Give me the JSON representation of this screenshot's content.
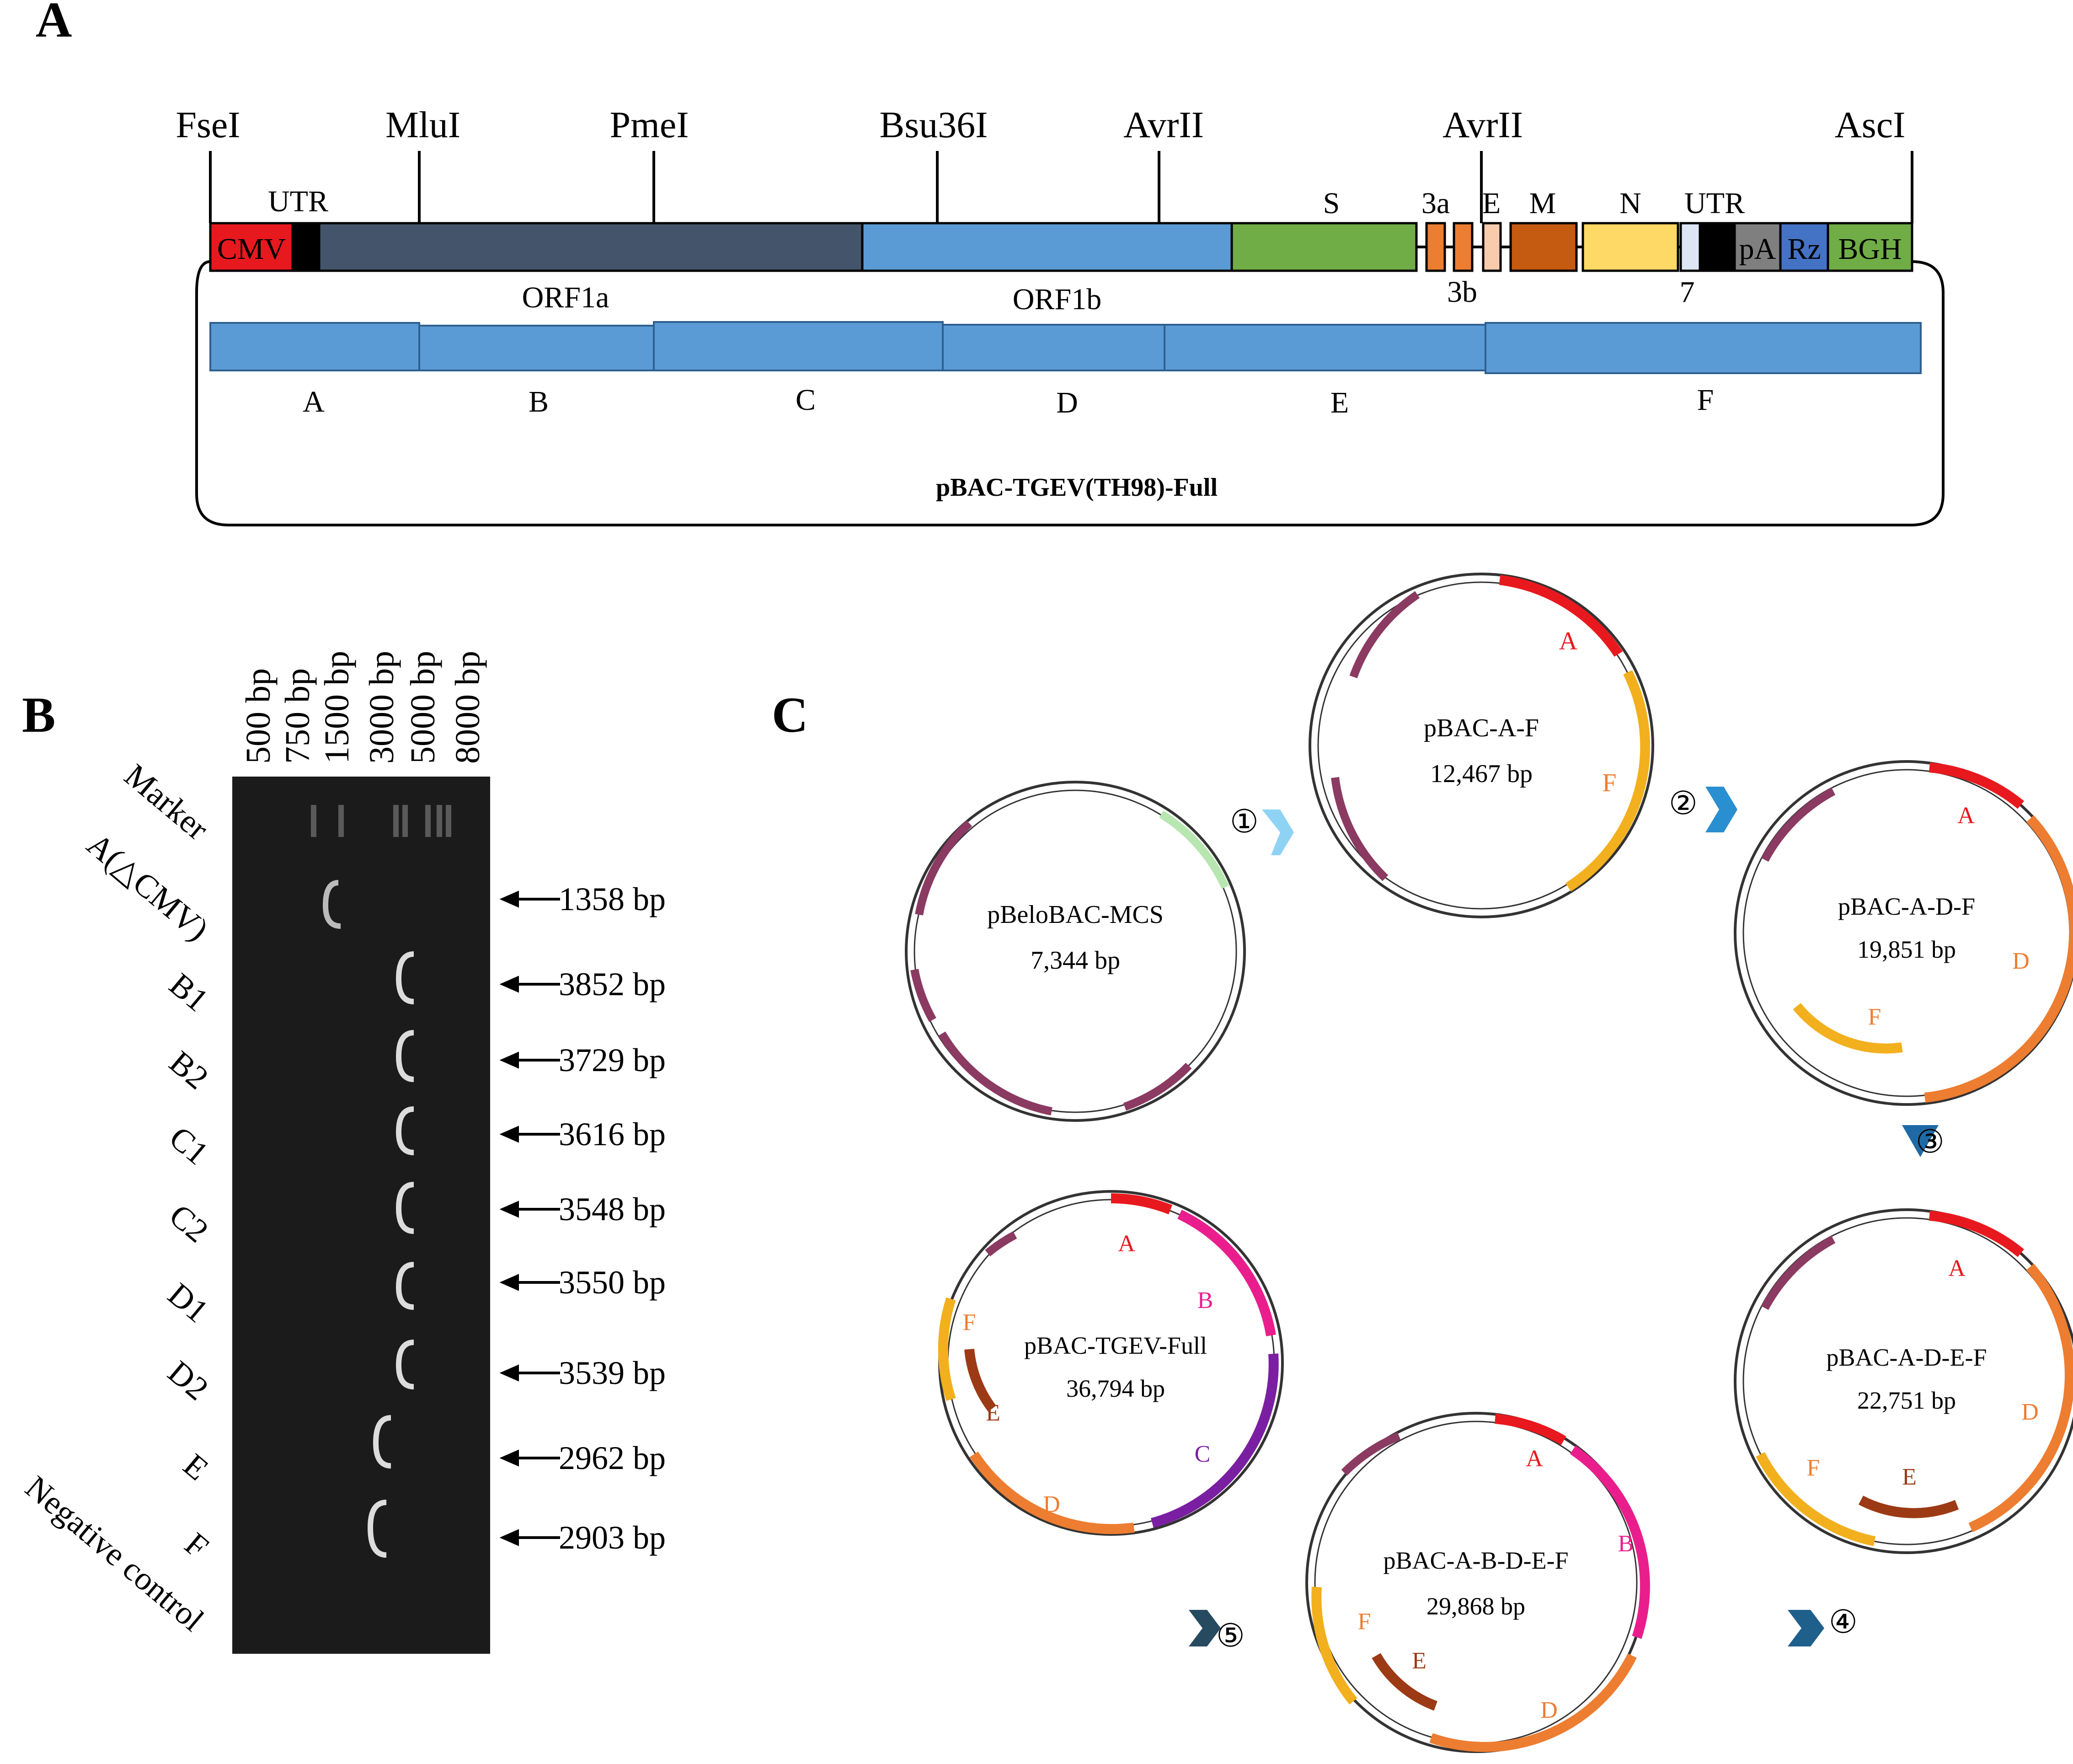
{
  "panelA": {
    "letter": "A",
    "restriction_sites": [
      "FseI",
      "MluI",
      "PmeI",
      "Bsu36I",
      "AvrII",
      "AvrII",
      "AscI"
    ],
    "genome": {
      "cmv": "CMV",
      "utr5": "UTR",
      "s": "S",
      "g3a": "3a",
      "e": "E",
      "m": "M",
      "n": "N",
      "utr3": "UTR",
      "pA": "pA",
      "rz": "Rz",
      "bgh": "BGH",
      "g3b": "3b",
      "g7": "7",
      "orf1a": "ORF1a",
      "orf1b": "ORF1b"
    },
    "fragments": [
      "A",
      "B",
      "C",
      "D",
      "E",
      "F"
    ],
    "construct_title": "pBAC-TGEV(TH98)-Full",
    "colors": {
      "cmv": "#e8191e",
      "orf1a": "#44546a",
      "orf1b": "#5b9bd5",
      "s": "#70ad47",
      "acc3": "#ed7d31",
      "e": "#f8cbad",
      "m": "#c55a11",
      "n": "#ffd966",
      "pA": "#7f7f7f",
      "rz": "#4472c4",
      "bgh": "#70ad47",
      "frag": "#5b9bd5"
    }
  },
  "panelB": {
    "letter": "B",
    "marker_sizes": [
      "500 bp",
      "750 bp",
      "1500 bp",
      "3000 bp",
      "5000 bp",
      "8000 bp"
    ],
    "lanes": [
      "Marker",
      "A(△CMV)",
      "B1",
      "B2",
      "C1",
      "C2",
      "D1",
      "D2",
      "E",
      "F",
      "Negative control"
    ],
    "band_sizes": [
      "1358 bp",
      "3852 bp",
      "3729 bp",
      "3616 bp",
      "3548 bp",
      "3550 bp",
      "3539 bp",
      "2962 bp",
      "2903 bp"
    ]
  },
  "panelC": {
    "letter": "C",
    "steps": [
      "①",
      "②",
      "③",
      "④",
      "⑤"
    ],
    "plasmids": [
      {
        "name": "pBeloBAC-MCS",
        "size": "7,344 bp"
      },
      {
        "name": "pBAC-A-F",
        "size": "12,467 bp"
      },
      {
        "name": "pBAC-A-D-F",
        "size": "19,851 bp"
      },
      {
        "name": "pBAC-A-D-E-F",
        "size": "22,751 bp"
      },
      {
        "name": "pBAC-A-B-D-E-F",
        "size": "29,868 bp"
      },
      {
        "name": "pBAC-TGEV-Full",
        "size": "36,794 bp"
      }
    ],
    "fragment_labels": [
      "A",
      "B",
      "C",
      "D",
      "E",
      "F"
    ]
  }
}
